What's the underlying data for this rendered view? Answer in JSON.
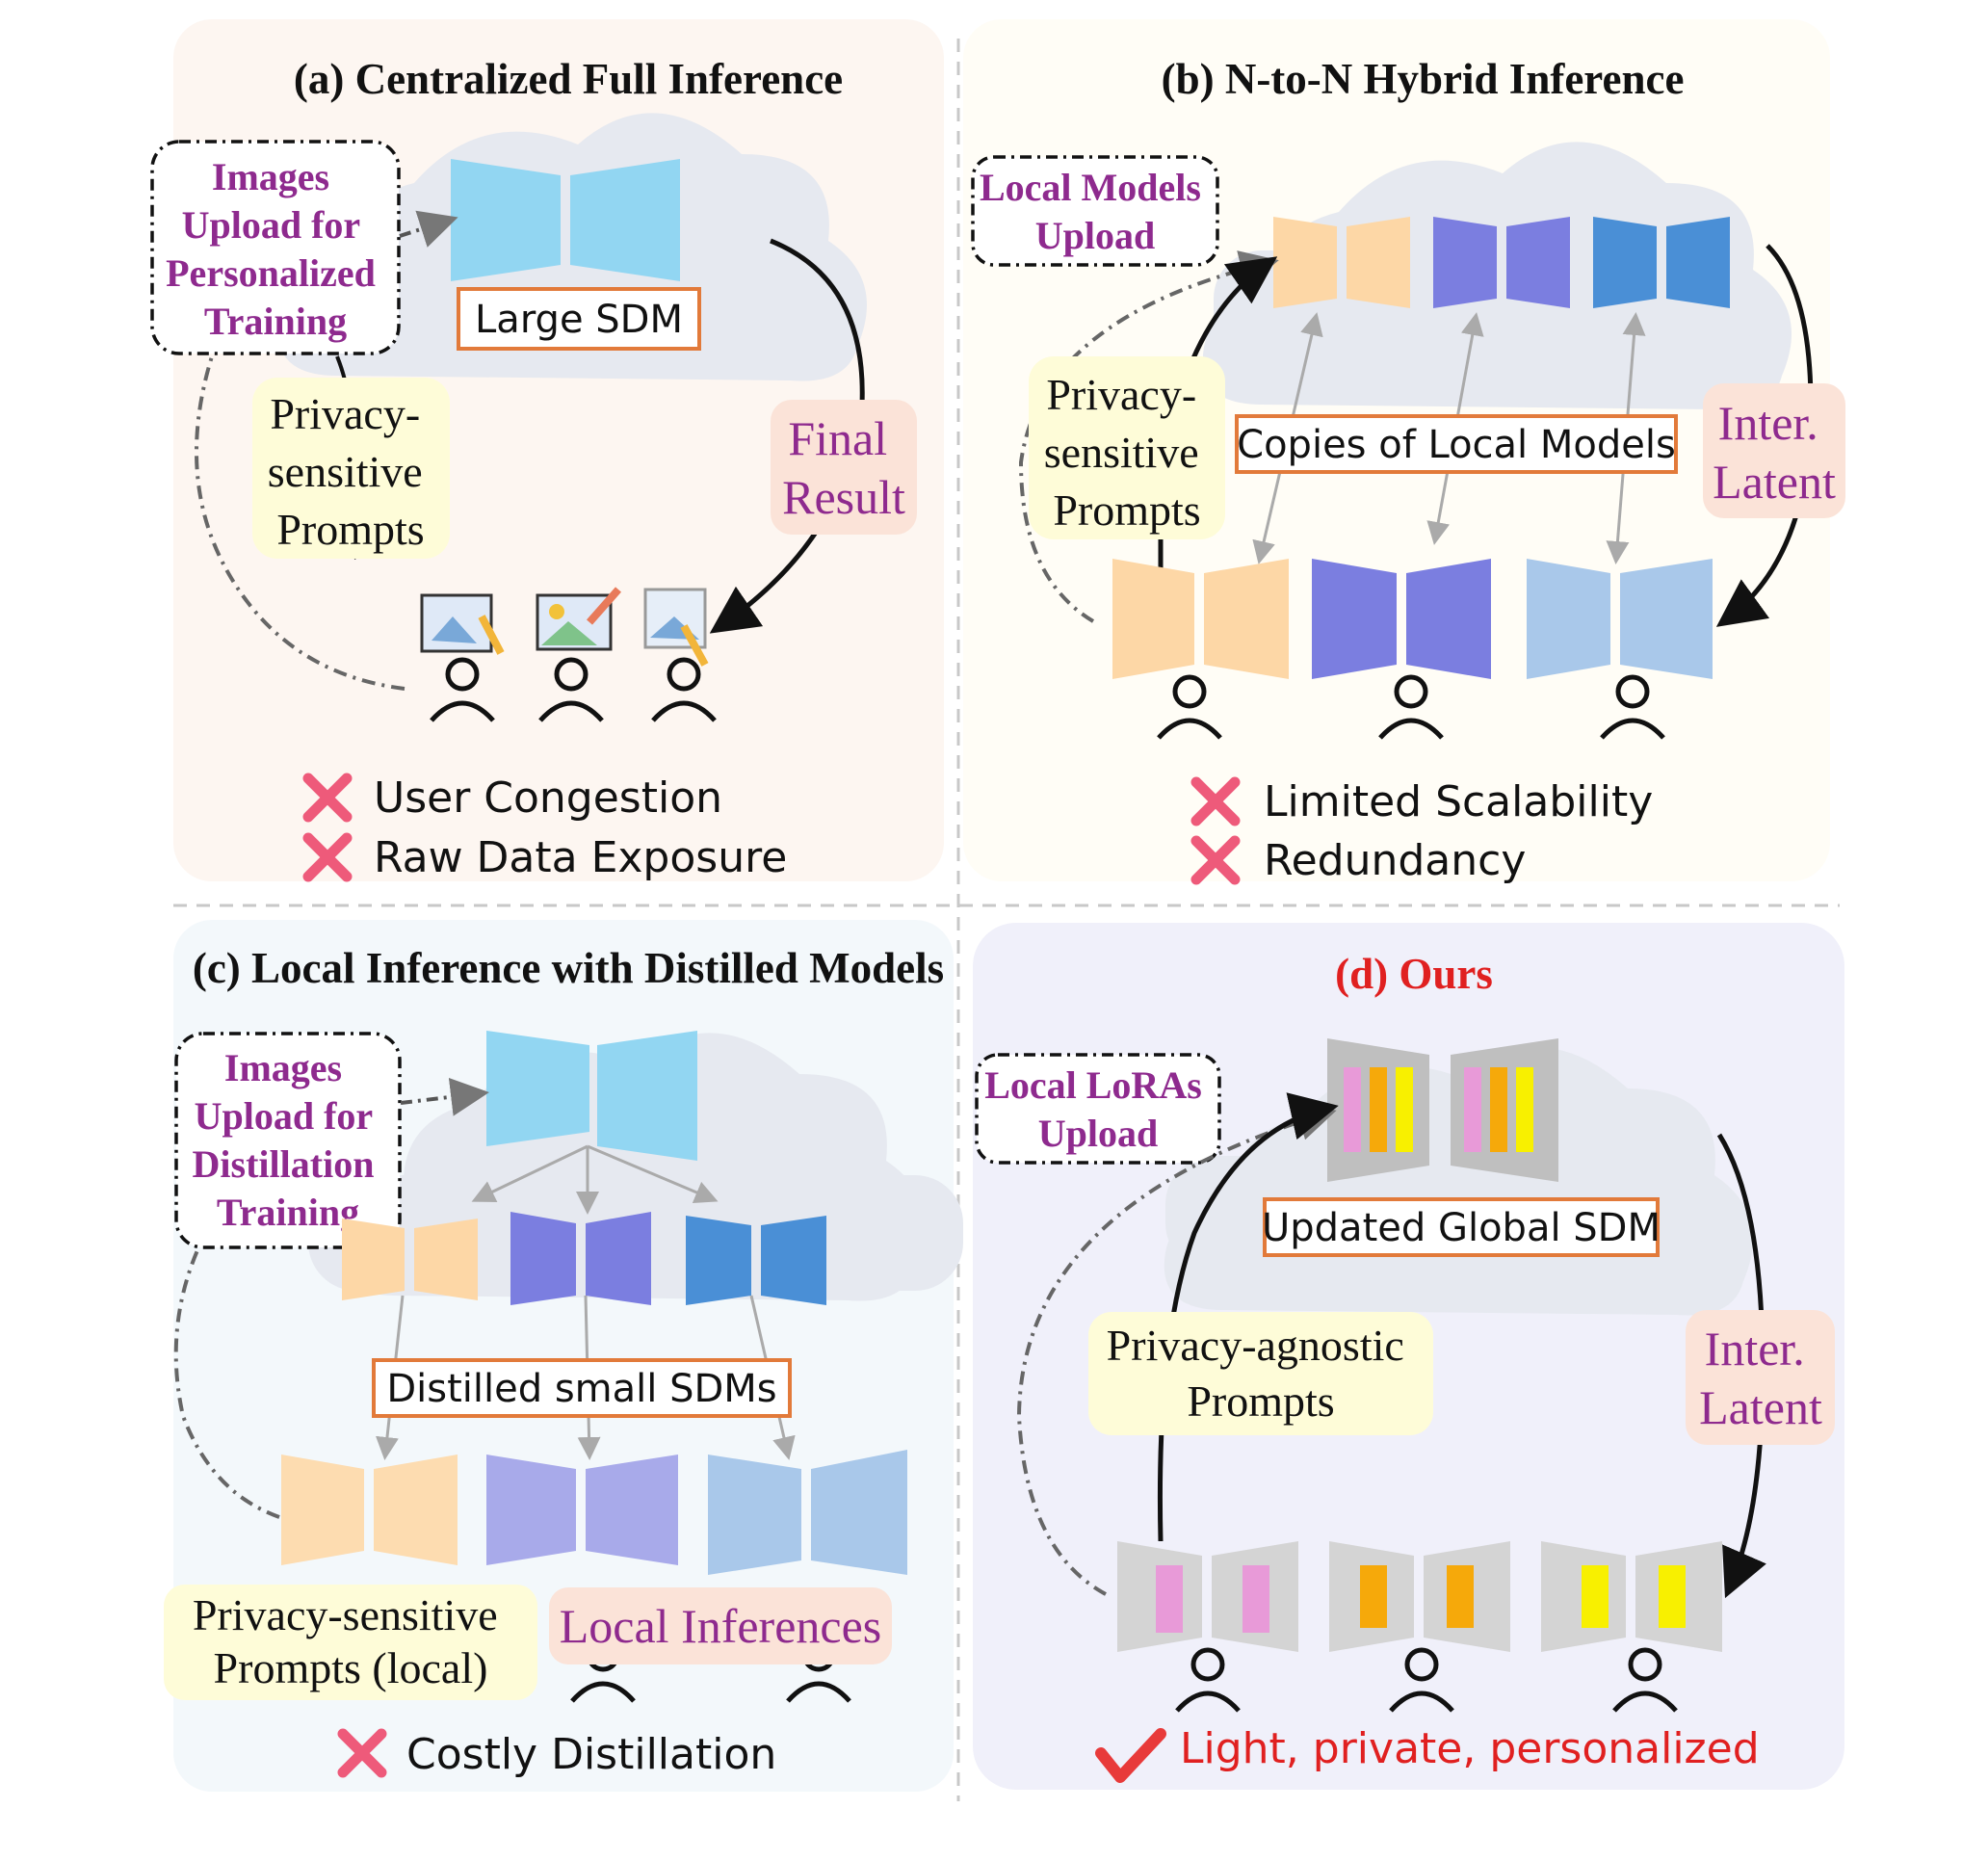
{
  "panels": {
    "a": {
      "title": "(a) Centralized Full Inference",
      "upload_lines": [
        "Images",
        "Upload for",
        "Personalized",
        "Training"
      ],
      "model_label": "Large SDM",
      "prompt_lines": [
        "Privacy-",
        "sensitive",
        "Prompts"
      ],
      "result_lines": [
        "Final",
        "Result"
      ],
      "cons": [
        "User Congestion",
        "Raw Data Exposure"
      ]
    },
    "b": {
      "title": "(b) N-to-N Hybrid Inference",
      "upload_lines": [
        "Local Models",
        "Upload"
      ],
      "copies_label": "Copies of Local Models",
      "prompt_lines": [
        "Privacy-",
        "sensitive",
        "Prompts"
      ],
      "latent_lines": [
        "Inter.",
        "Latent"
      ],
      "cons": [
        "Limited Scalability",
        "Redundancy"
      ]
    },
    "c": {
      "title": "(c) Local Inference with Distilled Models",
      "upload_lines": [
        "Images",
        "Upload for",
        "Distillation",
        "Training"
      ],
      "distilled_label": "Distilled small SDMs",
      "prompt_lines": [
        "Privacy-sensitive",
        "Prompts (local)"
      ],
      "inference_label": "Local Inferences",
      "cons": [
        "Costly Distillation"
      ]
    },
    "d": {
      "title": "(d) Ours",
      "upload_lines": [
        "Local LoRAs",
        "Upload"
      ],
      "global_label": "Updated Global SDM",
      "prompt_lines": [
        "Privacy-agnostic",
        "Prompts"
      ],
      "latent_lines": [
        "Inter.",
        "Latent"
      ],
      "pros": [
        "Light, private, personalized"
      ]
    }
  },
  "colors": {
    "orange_model": "#fdd7a6",
    "purple_model": "#7b7ee0",
    "blue_model": "#4a8fd6",
    "sky_model": "#92d6f2",
    "lora_pink": "#e89ad8",
    "lora_orange": "#f6a90a",
    "lora_yellow": "#f8f000",
    "cross": "#ee5a7a",
    "check": "#e83a3a",
    "title_red": "#e02020",
    "upload_purple": "#8e2a8e",
    "label_border": "#e27a3a"
  },
  "icons": [
    "user-icon",
    "image-edit-icon",
    "cloud-icon",
    "cross-icon",
    "check-icon"
  ]
}
